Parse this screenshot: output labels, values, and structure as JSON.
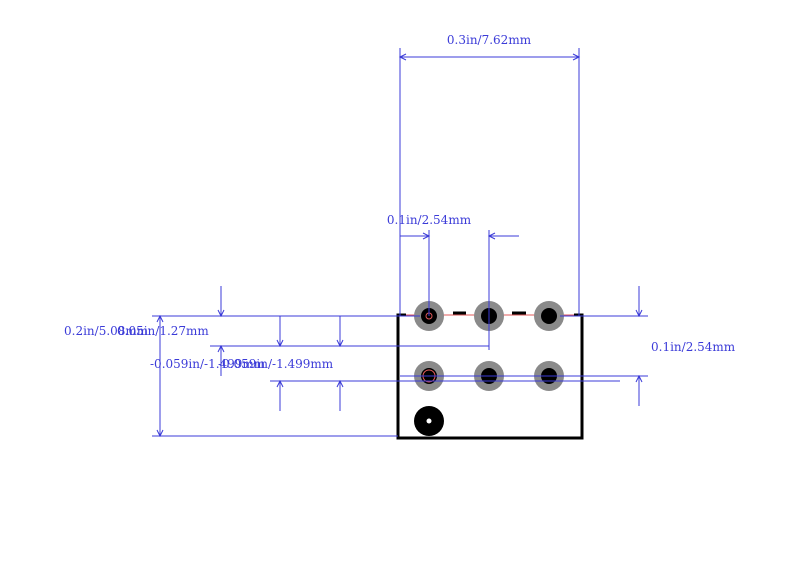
{
  "dimensions": {
    "top_width": "0.3in/7.62mm",
    "pitch_x": "0.1in/2.54mm",
    "pitch_y": "0.1in/2.54mm",
    "left_height": "0.2in/5.08mm",
    "left_offset_1": "0.05in/1.27mm",
    "left_offset_2": "-0.059in/-1.499mm",
    "left_offset_3": "-0.059in/-1.499mm"
  },
  "pads": {
    "rows": 2,
    "cols": 3,
    "pin1_marked": true
  },
  "colors": {
    "dimension": "#3b3bd8",
    "pad_ring": "#8a8a8a",
    "pad_hole": "#000000",
    "outline": "#000000",
    "courtyard": "#e05a5a"
  }
}
